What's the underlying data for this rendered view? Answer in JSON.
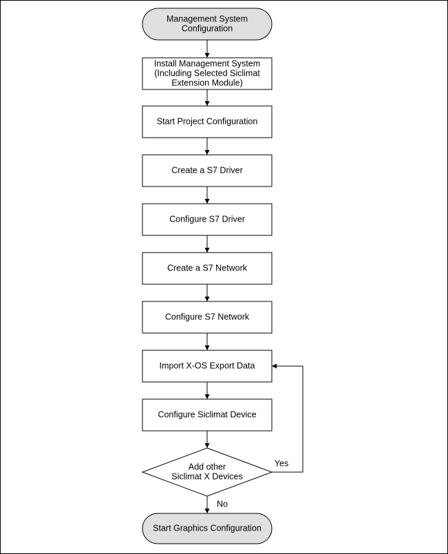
{
  "colors": {
    "terminal_fill": "#e0e0e0",
    "process_fill": "#ffffff",
    "stroke": "#000000",
    "background": "#ffffff"
  },
  "nodes": [
    {
      "id": "start",
      "shape": "terminal",
      "lines": [
        "Management System",
        "Configuration"
      ]
    },
    {
      "id": "install",
      "shape": "process",
      "lines": [
        "Install Management System",
        "(Including Selected Siclimat",
        "Extension Module)"
      ]
    },
    {
      "id": "start-project",
      "shape": "process",
      "lines": [
        "Start Project Configuration"
      ]
    },
    {
      "id": "create-driver",
      "shape": "process",
      "lines": [
        "Create a S7 Driver"
      ]
    },
    {
      "id": "configure-driver",
      "shape": "process",
      "lines": [
        "Configure S7 Driver"
      ]
    },
    {
      "id": "create-network",
      "shape": "process",
      "lines": [
        "Create a S7 Network"
      ]
    },
    {
      "id": "configure-network",
      "shape": "process",
      "lines": [
        "Configure S7 Network"
      ]
    },
    {
      "id": "import-data",
      "shape": "process",
      "lines": [
        "Import X-OS Export Data"
      ]
    },
    {
      "id": "configure-device",
      "shape": "process",
      "lines": [
        "Configure Siclimat Device"
      ]
    },
    {
      "id": "decision",
      "shape": "decision",
      "lines": [
        "Add other",
        "Siclimat X Devices"
      ]
    },
    {
      "id": "end",
      "shape": "terminal",
      "lines": [
        "Start Graphics Configuration"
      ]
    }
  ],
  "edges": [
    {
      "from": "start",
      "to": "install",
      "label": ""
    },
    {
      "from": "install",
      "to": "start-project",
      "label": ""
    },
    {
      "from": "start-project",
      "to": "create-driver",
      "label": ""
    },
    {
      "from": "create-driver",
      "to": "configure-driver",
      "label": ""
    },
    {
      "from": "configure-driver",
      "to": "create-network",
      "label": ""
    },
    {
      "from": "create-network",
      "to": "configure-network",
      "label": ""
    },
    {
      "from": "configure-network",
      "to": "import-data",
      "label": ""
    },
    {
      "from": "import-data",
      "to": "configure-device",
      "label": ""
    },
    {
      "from": "configure-device",
      "to": "decision",
      "label": ""
    },
    {
      "from": "decision",
      "to": "end",
      "label": "No"
    },
    {
      "from": "decision",
      "to": "import-data",
      "label": "Yes"
    }
  ]
}
